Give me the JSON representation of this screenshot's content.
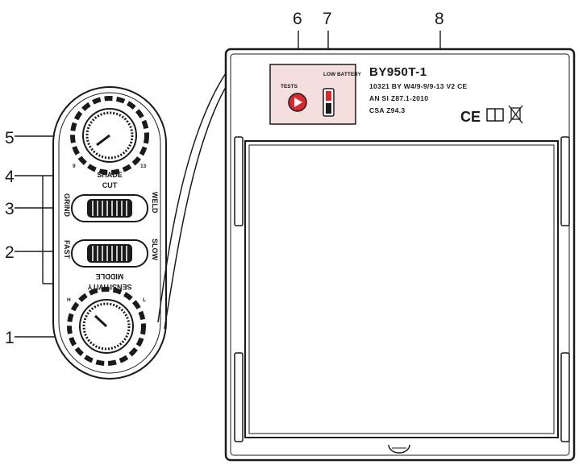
{
  "callouts": {
    "c1": "1",
    "c2": "2",
    "c3": "3",
    "c4": "4",
    "c5": "5",
    "c6": "6",
    "c7": "7",
    "c8": "8"
  },
  "control_panel": {
    "shade_label": "SHADE",
    "cut_label": "CUT",
    "grind_label": "GRIND",
    "weld_label": "WELD",
    "fast_label": "FAST",
    "slow_label": "SLOW",
    "middle_label": "MIDDLE",
    "sensitivity_label": "SENSITIVITY",
    "dial_min_top": "9",
    "dial_max_top": "13",
    "dial_lo": "L",
    "dial_hi": "H"
  },
  "filter_unit": {
    "test_label": "TESTS",
    "low_battery_label": "LOW BATTERY",
    "model": "BY950T-1",
    "spec_line_1": "10321 BY W4/9-9/9-13 V2 CE",
    "spec_line_2": "AN SI Z87.1-2010",
    "spec_line_3": "CSA Z94.3",
    "ce_mark": "CE"
  },
  "colors": {
    "line": "#1a1a1a",
    "panel_fill": "#f4dede",
    "test_button": "#d9282f",
    "battery_red": "#d9282f"
  }
}
